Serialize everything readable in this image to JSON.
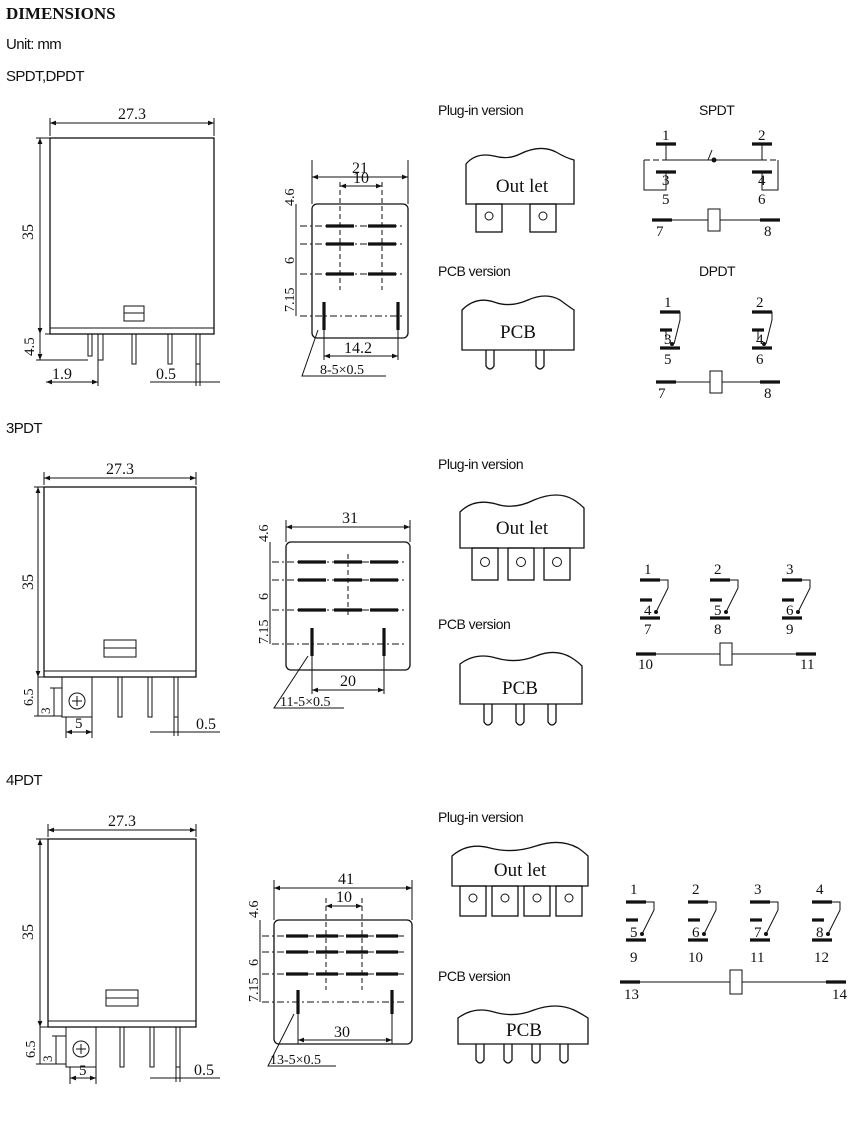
{
  "title": "DIMENSIONS",
  "unit": "Unit: mm",
  "sections": [
    {
      "label": "SPDT,DPDT",
      "side": {
        "width": "27.3",
        "height": "35",
        "bottom": "4.5",
        "pin_offset": "1.9",
        "pin_width": "0.5"
      },
      "footprint": {
        "width": "21",
        "inner_width": "10",
        "row1": "4.6",
        "row2": "6",
        "row3": "7.15",
        "pin_span": "14.2",
        "holes": "8-5×0.5"
      },
      "plug_title": "Plug-in version",
      "plug_text": "Out let",
      "pcb_title": "PCB version",
      "pcb_text": "PCB",
      "spdt": {
        "title": "SPDT",
        "pins": [
          "1",
          "2",
          "3",
          "4",
          "5",
          "6",
          "7",
          "8"
        ]
      },
      "dpdt": {
        "title": "DPDT",
        "pins": [
          "1",
          "2",
          "3",
          "4",
          "5",
          "6",
          "7",
          "8"
        ]
      }
    },
    {
      "label": "3PDT",
      "side": {
        "width": "27.3",
        "height": "35",
        "bottom": "6.5",
        "small": "3",
        "offset": "5",
        "pin_width": "0.5"
      },
      "footprint": {
        "width": "31",
        "row1": "4.6",
        "row2": "6",
        "row3": "7.15",
        "pin_span": "20",
        "holes": "11-5×0.5"
      },
      "plug_title": "Plug-in version",
      "plug_text": "Out let",
      "pcb_title": "PCB version",
      "pcb_text": "PCB",
      "schematic": {
        "top": [
          "1",
          "2",
          "3"
        ],
        "mid": [
          "4",
          "5",
          "6"
        ],
        "bot": [
          "7",
          "8",
          "9"
        ],
        "coil": [
          "10",
          "11"
        ]
      }
    },
    {
      "label": "4PDT",
      "side": {
        "width": "27.3",
        "height": "35",
        "bottom": "6.5",
        "small": "3",
        "offset": "5",
        "pin_width": "0.5"
      },
      "footprint": {
        "width": "41",
        "inner_width": "10",
        "row1": "4.6",
        "row2": "6",
        "row3": "7.15",
        "pin_span": "30",
        "holes": "13-5×0.5"
      },
      "plug_title": "Plug-in version",
      "plug_text": "Out let",
      "pcb_title": "PCB version",
      "pcb_text": "PCB",
      "schematic": {
        "top": [
          "1",
          "2",
          "3",
          "4"
        ],
        "mid": [
          "5",
          "6",
          "7",
          "8"
        ],
        "bot": [
          "9",
          "10",
          "11",
          "12"
        ],
        "coil": [
          "13",
          "14"
        ]
      }
    }
  ]
}
